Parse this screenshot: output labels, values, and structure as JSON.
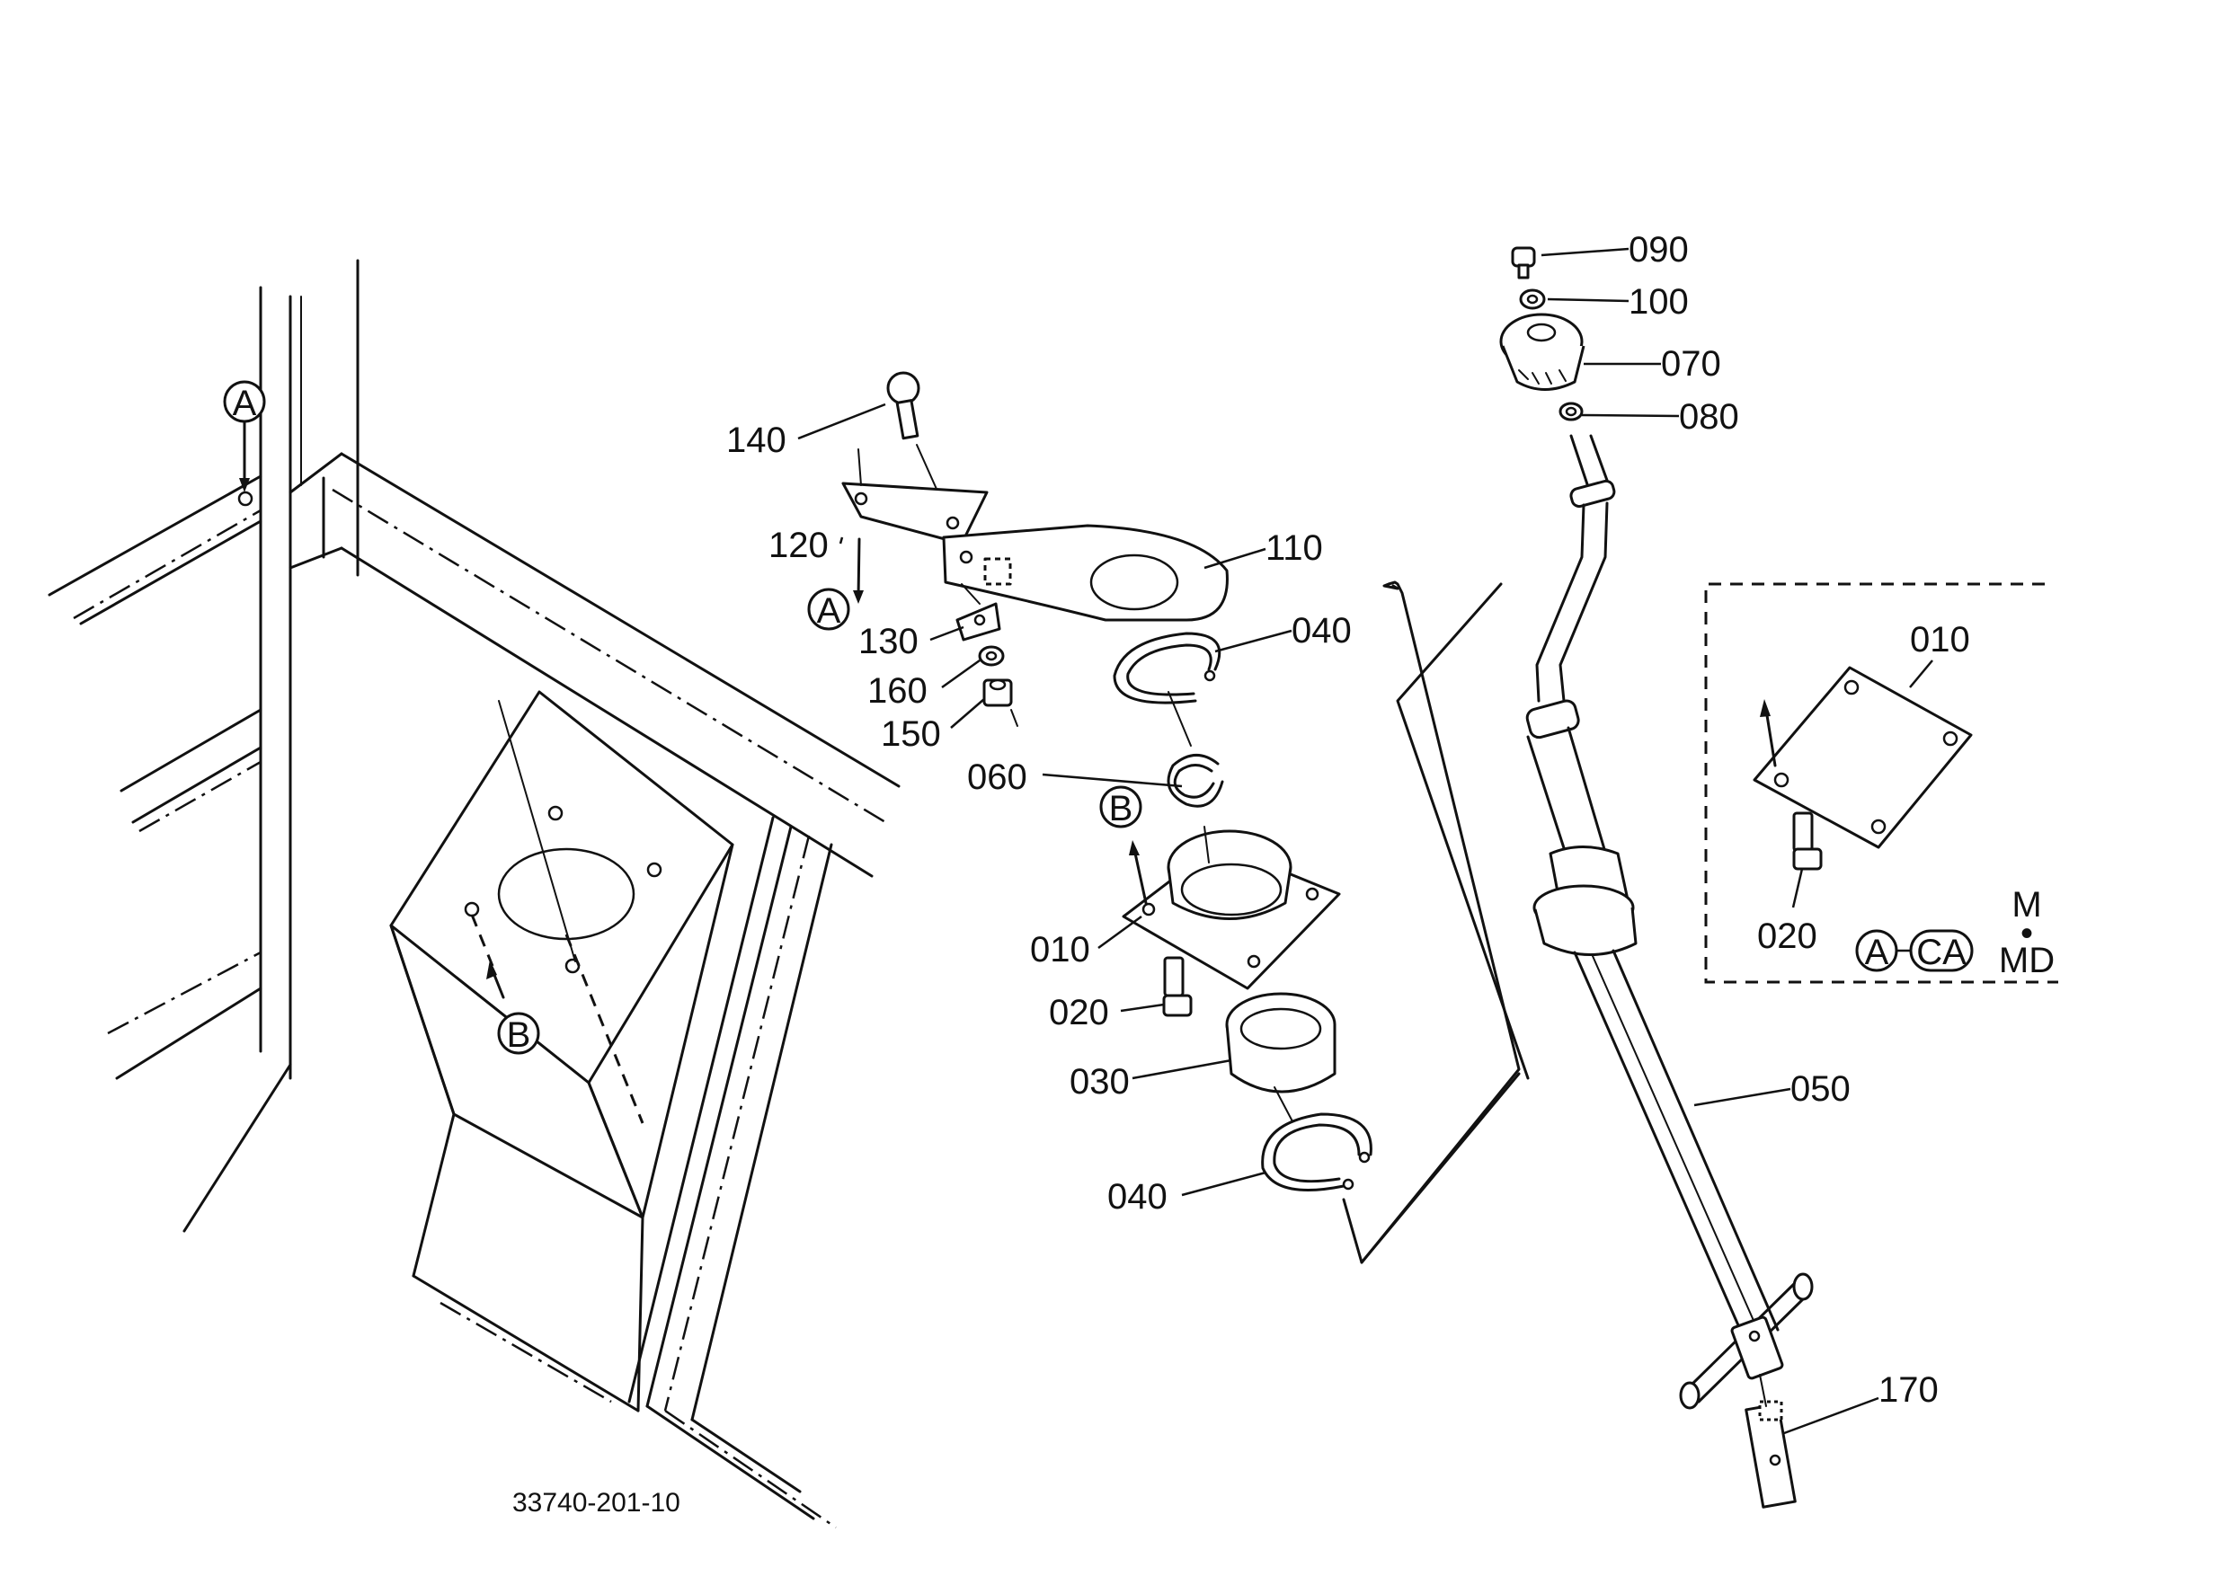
{
  "drawing_number": "33740-201-10",
  "callouts": {
    "p090": "090",
    "p100": "100",
    "p070": "070",
    "p080": "080",
    "p140": "140",
    "p120": "120",
    "p110": "110",
    "p130": "130",
    "p040_top": "040",
    "p160": "160",
    "p150": "150",
    "p060": "060",
    "p010": "010",
    "p020": "020",
    "p030": "030",
    "p040_bottom": "040",
    "p050": "050",
    "p170": "170",
    "inset_010": "010",
    "inset_020": "020"
  },
  "markers": {
    "a_frame": "A",
    "b_frame": "B",
    "a_bracket": "A",
    "b_housing": "B",
    "a_inset": "A"
  },
  "inset": {
    "code": "CA",
    "model_1": "M",
    "model_sep": "•",
    "model_2": "MD"
  }
}
